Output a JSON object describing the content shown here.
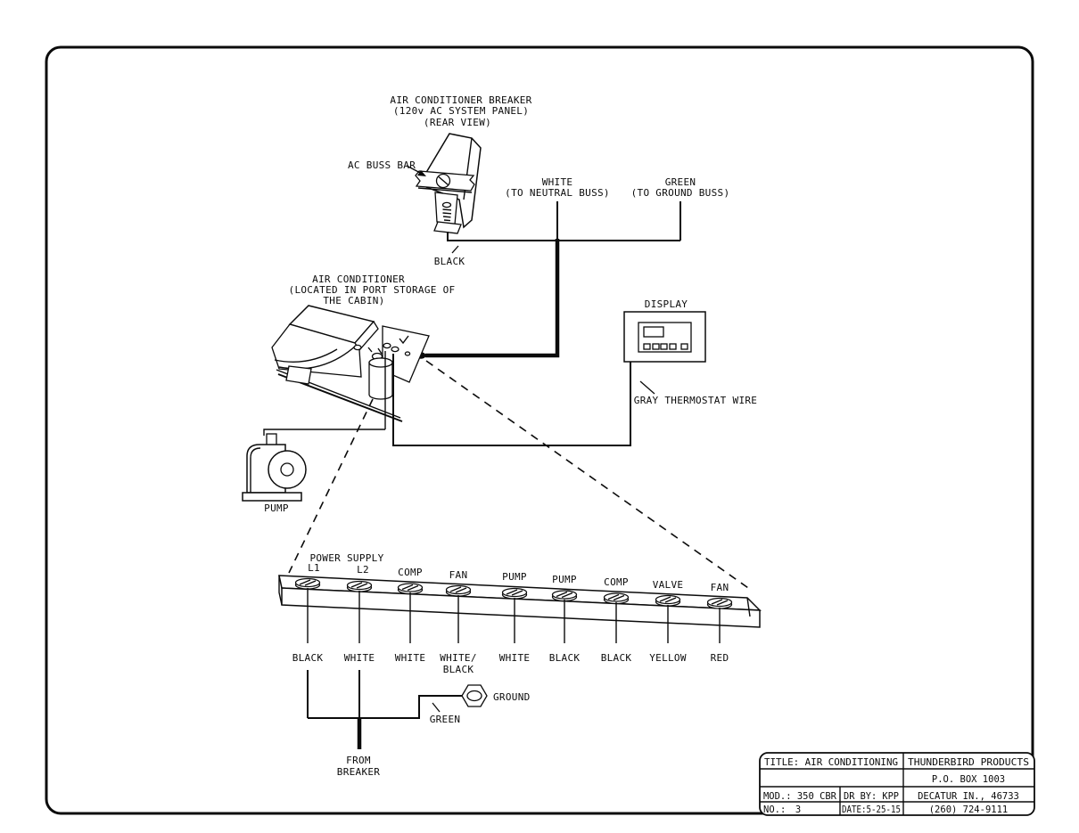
{
  "breaker": {
    "title_line1": "AIR CONDITIONER BREAKER",
    "title_line2": "(120v AC SYSTEM PANEL)",
    "title_line3": "(REAR VIEW)",
    "buss_bar_label": "AC BUSS BAR",
    "wire_label": "BLACK"
  },
  "buss_wires": {
    "white_line1": "WHITE",
    "white_line2": "(TO NEUTRAL BUSS)",
    "green_line1": "GREEN",
    "green_line2": "(TO GROUND BUSS)"
  },
  "air_conditioner": {
    "label_line1": "AIR CONDITIONER",
    "label_line2": "(LOCATED IN PORT STORAGE OF",
    "label_line3": "THE CABIN)"
  },
  "display": {
    "label": "DISPLAY",
    "wire_label": "GRAY THERMOSTAT WIRE"
  },
  "pump": {
    "label": "PUMP"
  },
  "strip": {
    "group_label": "POWER SUPPLY",
    "terminals": [
      {
        "name": "L1",
        "wire_color": "BLACK"
      },
      {
        "name": "L2",
        "wire_color": "WHITE"
      },
      {
        "name": "COMP",
        "wire_color": "WHITE"
      },
      {
        "name": "FAN",
        "wire_color": "WHITE/",
        "wire_color2": "BLACK"
      },
      {
        "name": "PUMP",
        "wire_color": "WHITE"
      },
      {
        "name": "PUMP",
        "wire_color": "BLACK"
      },
      {
        "name": "COMP",
        "wire_color": "BLACK"
      },
      {
        "name": "VALVE",
        "wire_color": "YELLOW"
      },
      {
        "name": "FAN",
        "wire_color": "RED"
      }
    ]
  },
  "ground": {
    "label": "GROUND",
    "wire_label": "GREEN"
  },
  "supply": {
    "line1": "FROM",
    "line2": "BREAKER"
  },
  "title_block": {
    "title": "TITLE: AIR CONDITIONING",
    "company": "THUNDERBIRD PRODUCTS",
    "address1": "P.O. BOX 1003",
    "address2": "DECATUR IN., 46733",
    "phone": "(260) 724-9111",
    "model": "MOD.: 350 CBR",
    "drawn_by": "DR BY: KPP",
    "number_label": "NO.:",
    "number_value": "3",
    "date": "DATE:5-25-15"
  }
}
